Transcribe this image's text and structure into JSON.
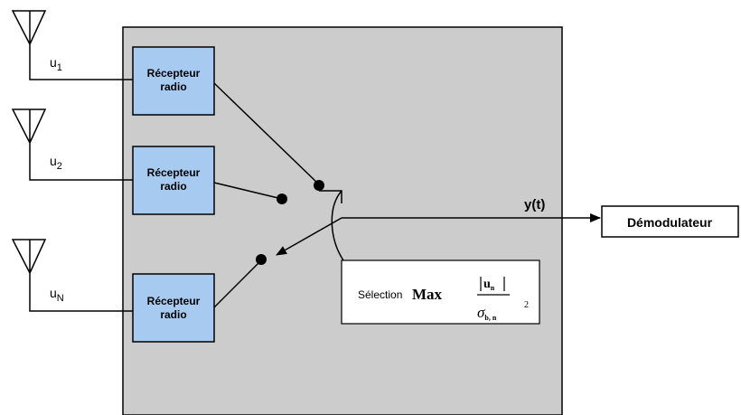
{
  "receivers": [
    {
      "line1": "Récepteur",
      "line2": "radio"
    },
    {
      "line1": "Récepteur",
      "line2": "radio"
    },
    {
      "line1": "Récepteur",
      "line2": "radio"
    }
  ],
  "antennas": [
    {
      "base": "u",
      "sub": "1"
    },
    {
      "base": "u",
      "sub": "2"
    },
    {
      "base": "u",
      "sub": "N"
    }
  ],
  "output": {
    "label": "y(t)"
  },
  "demodulator": {
    "label": "Démodulateur"
  },
  "selection": {
    "word": "Sélection",
    "max": "Max",
    "numerator_var": "u",
    "numerator_sub": "n",
    "denominator_sigma": "σ",
    "denominator_sub": "b, n",
    "exponent": "2"
  },
  "colors": {
    "panel": "#cccccc",
    "receiver_fill": "#a6caf0",
    "line": "#000000"
  }
}
